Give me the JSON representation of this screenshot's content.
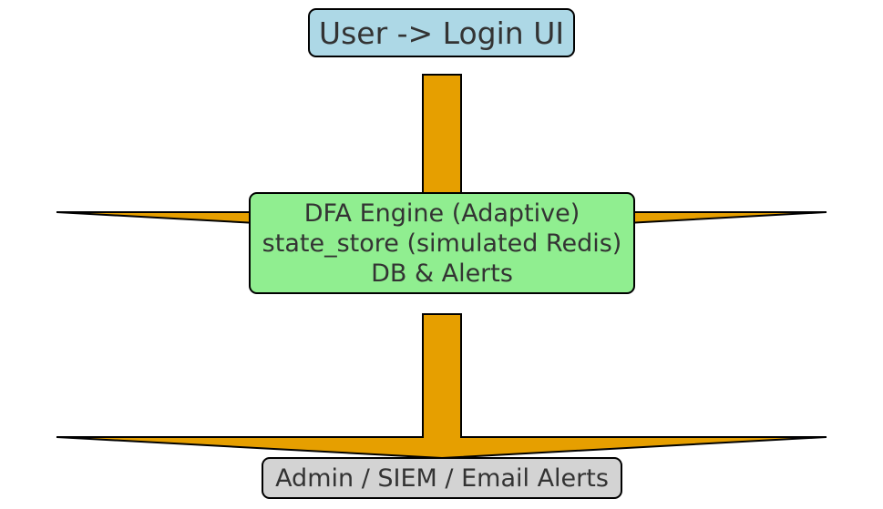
{
  "colors": {
    "arrow_fill": "#E69F00",
    "stroke": "#000000",
    "text": "#333333",
    "node_top": "#ADD8E6",
    "node_mid": "#90EE90",
    "node_bot": "#D3D3D3"
  },
  "nodes": {
    "top": {
      "label": "User -> Login UI"
    },
    "mid": {
      "line1": "DFA Engine (Adaptive)",
      "line2": "state_store (simulated Redis)",
      "line3": "DB & Alerts"
    },
    "bottom": {
      "label": "Admin / SIEM / Email Alerts"
    }
  },
  "edges": [
    {
      "from": "top",
      "to": "mid"
    },
    {
      "from": "mid",
      "to": "bottom"
    }
  ]
}
